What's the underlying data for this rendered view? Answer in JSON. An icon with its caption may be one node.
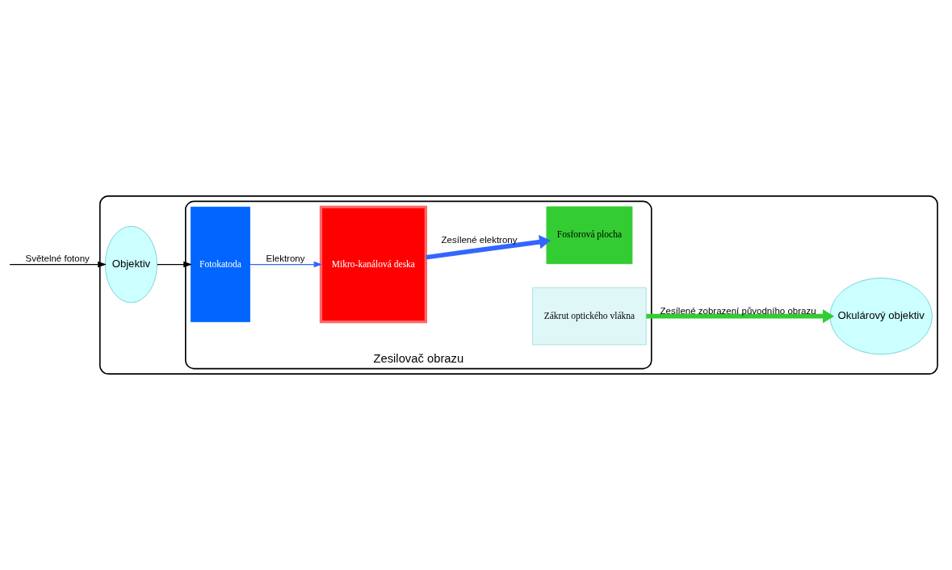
{
  "diagram": {
    "nodes": [
      {
        "text": [],
        "shape": "box"
      },
      {
        "text": [
          "Zesilovač obrazu"
        ],
        "in": 0
      },
      {
        "text": [
          "Objektiv"
        ],
        "in": 0
      },
      {
        "text": [
          "Fotokatoda"
        ],
        "in": 1
      },
      {
        "text": [
          "Mikro-kanálová deska"
        ],
        "in": 1
      },
      {
        "text": [
          "Fosforová plocha"
        ],
        "in": 1
      },
      {
        "text": [
          "Zákrut optického vlákna"
        ],
        "in": 1
      },
      {
        "text": [
          "Okulárový objektiv"
        ],
        "in": 0
      }
    ],
    "edges": [
      {
        "from": null,
        "to": 2,
        "arrow": "to",
        "label": "Světelné fotony"
      },
      {
        "from": 2,
        "to": 3,
        "arrow": "to"
      },
      {
        "from": 3,
        "to": 4,
        "arrow": "to",
        "label": "Elektrony",
        "color": "#3366ff"
      },
      {
        "from": 4,
        "to": 5,
        "arrow": "to",
        "label": "Zesílené elektrony",
        "style": "thick",
        "color": "#3366ff"
      },
      {
        "from": 6,
        "to": 7,
        "arrow": "to",
        "label": "Zesílené zobrazení původního obrazu",
        "style": "thick",
        "color": "#33cc33"
      }
    ]
  }
}
